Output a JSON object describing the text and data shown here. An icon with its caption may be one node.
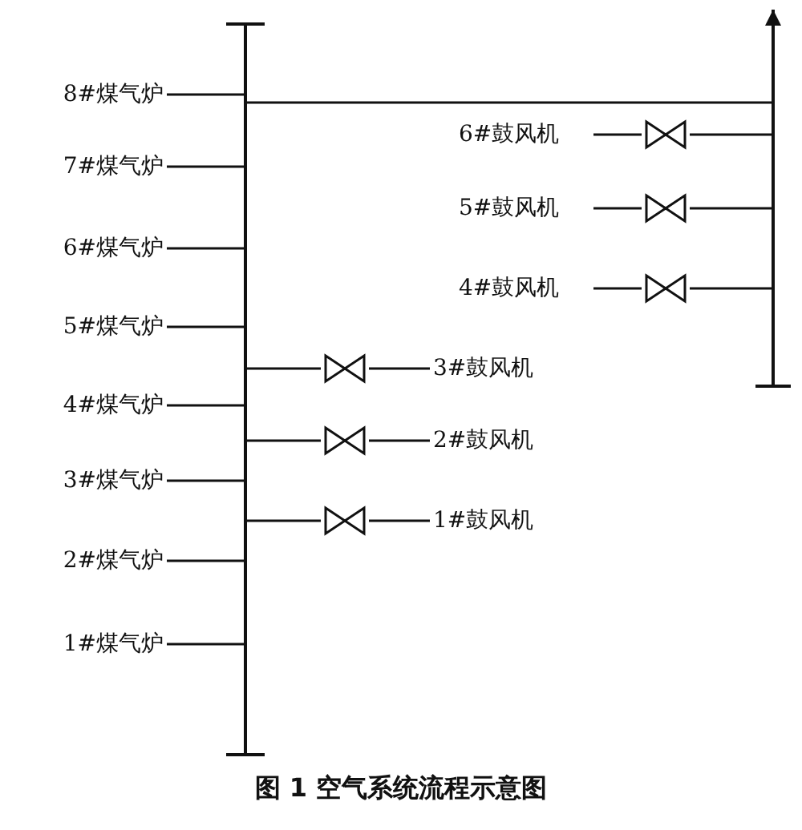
{
  "diagram": {
    "caption": "图 1 空气系统流程示意图",
    "nodes": [
      {
        "text": [],
        "shape": "bar"
      },
      {
        "text": [],
        "shape": "bar"
      },
      {
        "text": [
          "8#煤气炉"
        ]
      },
      {
        "text": [
          "7#煤气炉"
        ]
      },
      {
        "text": [
          "6#煤气炉"
        ]
      },
      {
        "text": [
          "5#煤气炉"
        ]
      },
      {
        "text": [
          "4#煤气炉"
        ]
      },
      {
        "text": [
          "3#煤气炉"
        ]
      },
      {
        "text": [
          "2#煤气炉"
        ]
      },
      {
        "text": [
          "1#煤气炉"
        ]
      },
      {
        "text": [
          "6#鼓风机"
        ]
      },
      {
        "text": [
          "5#鼓风机"
        ]
      },
      {
        "text": [
          "4#鼓风机"
        ]
      },
      {
        "text": [
          "3#鼓风机"
        ]
      },
      {
        "text": [
          "2#鼓风机"
        ]
      },
      {
        "text": [
          "1#鼓风机"
        ]
      },
      {
        "text": [],
        "shape": "valve"
      },
      {
        "text": [],
        "shape": "valve"
      },
      {
        "text": [],
        "shape": "valve"
      },
      {
        "text": [],
        "shape": "valve"
      },
      {
        "text": [],
        "shape": "valve"
      },
      {
        "text": [],
        "shape": "valve"
      }
    ],
    "edges": [
      {
        "from": 2,
        "to": 0,
        "arrow": "none"
      },
      {
        "from": 3,
        "to": 0,
        "arrow": "none"
      },
      {
        "from": 4,
        "to": 0,
        "arrow": "none"
      },
      {
        "from": 5,
        "to": 0,
        "arrow": "none"
      },
      {
        "from": 6,
        "to": 0,
        "arrow": "none"
      },
      {
        "from": 7,
        "to": 0,
        "arrow": "none"
      },
      {
        "from": 8,
        "to": 0,
        "arrow": "none"
      },
      {
        "from": 9,
        "to": 0,
        "arrow": "none"
      },
      {
        "from": 0,
        "to": 1,
        "arrow": "none"
      },
      {
        "from": 10,
        "to": 16,
        "arrow": "none"
      },
      {
        "from": 16,
        "to": 1,
        "arrow": "none"
      },
      {
        "from": 11,
        "to": 17,
        "arrow": "none"
      },
      {
        "from": 17,
        "to": 1,
        "arrow": "none"
      },
      {
        "from": 12,
        "to": 18,
        "arrow": "none"
      },
      {
        "from": 18,
        "to": 1,
        "arrow": "none"
      },
      {
        "from": 0,
        "to": 19,
        "arrow": "none"
      },
      {
        "from": 19,
        "to": 13,
        "arrow": "none"
      },
      {
        "from": 0,
        "to": 20,
        "arrow": "none"
      },
      {
        "from": 20,
        "to": 14,
        "arrow": "none"
      },
      {
        "from": 0,
        "to": 21,
        "arrow": "none"
      },
      {
        "from": 21,
        "to": 15,
        "arrow": "none"
      }
    ]
  }
}
